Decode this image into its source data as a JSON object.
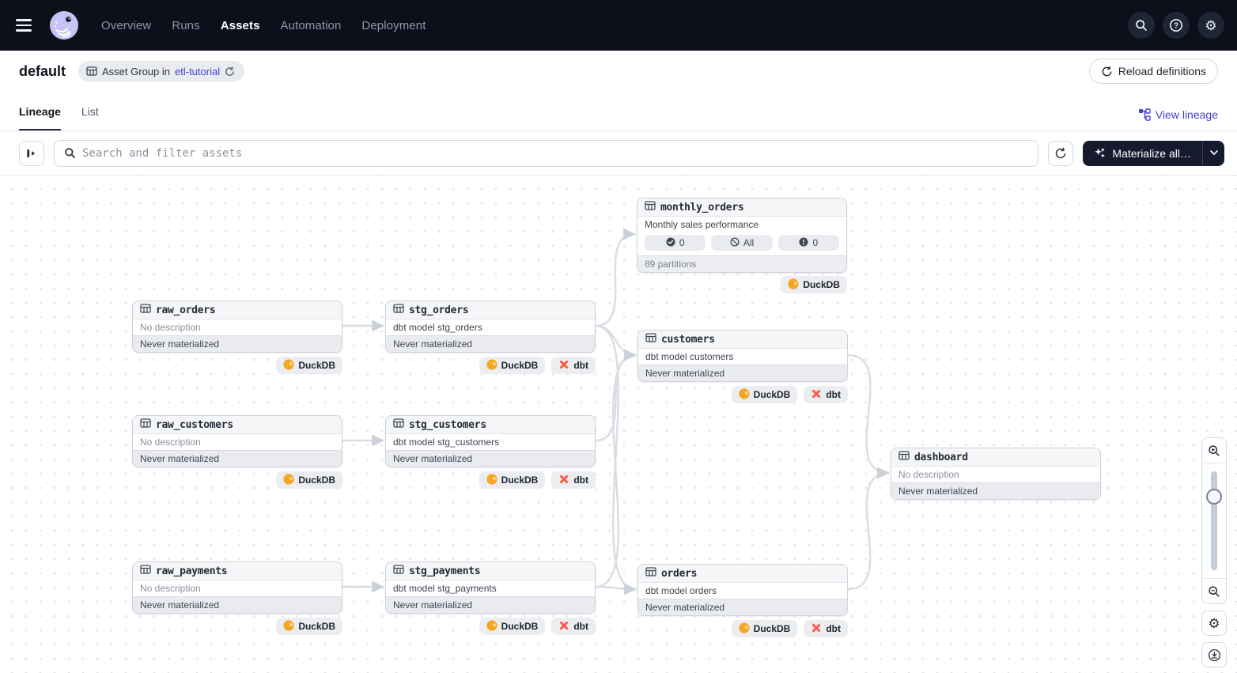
{
  "nav": {
    "items": [
      {
        "label": "Overview",
        "active": false
      },
      {
        "label": "Runs",
        "active": false
      },
      {
        "label": "Assets",
        "active": true
      },
      {
        "label": "Automation",
        "active": false
      },
      {
        "label": "Deployment",
        "active": false
      }
    ],
    "icons": [
      "search-icon",
      "help-icon",
      "settings-icon"
    ]
  },
  "header": {
    "title": "default",
    "badge": {
      "prefix": "Asset Group in",
      "link": "etl-tutorial"
    },
    "reload_label": "Reload definitions"
  },
  "tabs": {
    "items": [
      {
        "label": "Lineage",
        "active": true
      },
      {
        "label": "List",
        "active": false
      }
    ],
    "view_lineage_label": "View lineage"
  },
  "toolbar": {
    "search_placeholder": "Search and filter assets",
    "materialize_label": "Materialize all…"
  },
  "graph": {
    "nodes": [
      {
        "id": "monthly_orders",
        "title": "monthly_orders",
        "description": "Monthly sales performance",
        "muted": false,
        "pills": [
          {
            "icon": "check",
            "label": "0"
          },
          {
            "icon": "slash",
            "label": "All"
          },
          {
            "icon": "warning",
            "label": "0"
          }
        ],
        "footer": "89 partitions",
        "footer_kind": "partitions",
        "kinds": [
          "DuckDB"
        ]
      },
      {
        "id": "raw_orders",
        "title": "raw_orders",
        "description": "No description",
        "muted": true,
        "footer": "Never materialized",
        "footer_kind": "status",
        "kinds": [
          "DuckDB"
        ]
      },
      {
        "id": "stg_orders",
        "title": "stg_orders",
        "description": "dbt model stg_orders",
        "muted": false,
        "footer": "Never materialized",
        "footer_kind": "status",
        "kinds": [
          "DuckDB",
          "dbt"
        ]
      },
      {
        "id": "customers",
        "title": "customers",
        "description": "dbt model customers",
        "muted": false,
        "footer": "Never materialized",
        "footer_kind": "status",
        "kinds": [
          "DuckDB",
          "dbt"
        ]
      },
      {
        "id": "raw_customers",
        "title": "raw_customers",
        "description": "No description",
        "muted": true,
        "footer": "Never materialized",
        "footer_kind": "status",
        "kinds": [
          "DuckDB"
        ]
      },
      {
        "id": "stg_customers",
        "title": "stg_customers",
        "description": "dbt model stg_customers",
        "muted": false,
        "footer": "Never materialized",
        "footer_kind": "status",
        "kinds": [
          "DuckDB",
          "dbt"
        ]
      },
      {
        "id": "dashboard",
        "title": "dashboard",
        "description": "No description",
        "muted": true,
        "footer": "Never materialized",
        "footer_kind": "status",
        "kinds": []
      },
      {
        "id": "raw_payments",
        "title": "raw_payments",
        "description": "No description",
        "muted": true,
        "footer": "Never materialized",
        "footer_kind": "status",
        "kinds": [
          "DuckDB"
        ]
      },
      {
        "id": "stg_payments",
        "title": "stg_payments",
        "description": "dbt model stg_payments",
        "muted": false,
        "footer": "Never materialized",
        "footer_kind": "status",
        "kinds": [
          "DuckDB",
          "dbt"
        ]
      },
      {
        "id": "orders",
        "title": "orders",
        "description": "dbt model orders",
        "muted": false,
        "footer": "Never materialized",
        "footer_kind": "status",
        "kinds": [
          "DuckDB",
          "dbt"
        ]
      }
    ],
    "edges": [
      [
        "raw_orders",
        "stg_orders"
      ],
      [
        "raw_customers",
        "stg_customers"
      ],
      [
        "raw_payments",
        "stg_payments"
      ],
      [
        "stg_orders",
        "monthly_orders"
      ],
      [
        "stg_orders",
        "customers"
      ],
      [
        "stg_orders",
        "orders"
      ],
      [
        "stg_customers",
        "customers"
      ],
      [
        "stg_payments",
        "customers"
      ],
      [
        "stg_payments",
        "orders"
      ],
      [
        "customers",
        "dashboard"
      ],
      [
        "orders",
        "dashboard"
      ]
    ]
  },
  "colors": {
    "accent": "#4642D2",
    "nav_bg": "#0C101B",
    "duckdb": "#F5A623",
    "dbt": "#FF5747",
    "edge": "#DADDE4",
    "status_bg": "#E9EBF0"
  }
}
